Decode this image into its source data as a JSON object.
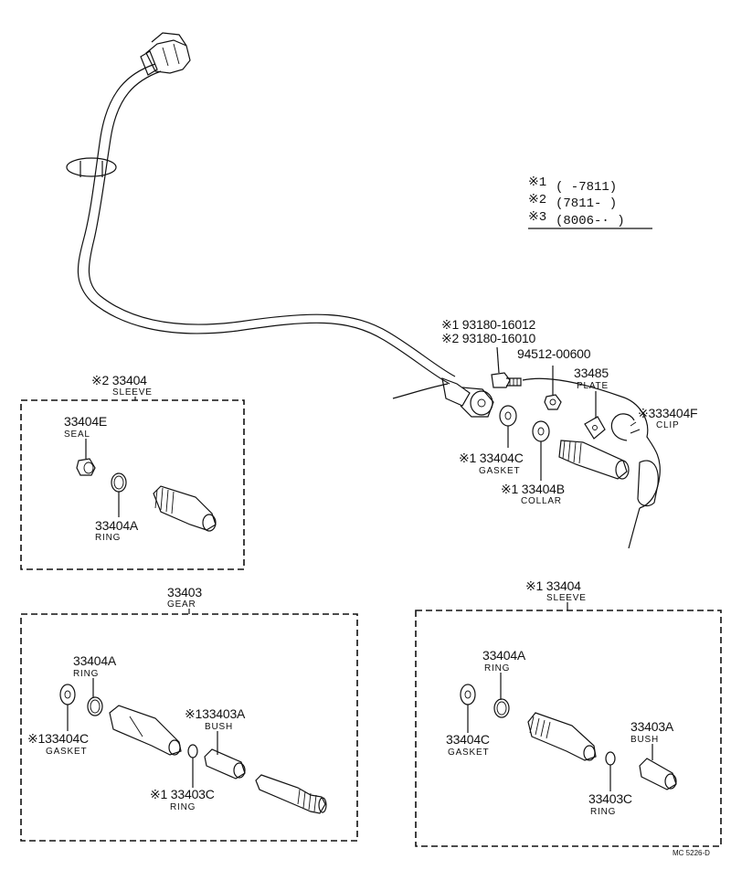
{
  "legend": {
    "rows": [
      {
        "mark": "※1",
        "range": "(      -7811)"
      },
      {
        "mark": "※2",
        "range": "(7811-       )"
      },
      {
        "mark": "※3",
        "range": "(8006-·     )"
      }
    ]
  },
  "diagram_code": "MC 5226-D",
  "top_labels": {
    "bolt_1": "※1 93180-16012",
    "bolt_2": "※2 93180-16010",
    "nut": "94512-00600",
    "plate_no": "33485",
    "plate_cap": "PLATE",
    "clip_no": "※333404F",
    "clip_cap": "CLIP",
    "gasket_no": "※1 33404C",
    "gasket_cap": "GASKET",
    "collar_no": "※1 33404B",
    "collar_cap": "COLLAR"
  },
  "sleeve_a": {
    "title_no": "※2 33404",
    "title_cap": "SLEEVE",
    "seal_no": "33404E",
    "seal_cap": "SEAL",
    "ring_no": "33404A",
    "ring_cap": "RING"
  },
  "gear": {
    "title_no": "33403",
    "title_cap": "GEAR",
    "ring_no": "33404A",
    "ring_cap": "RING",
    "bush_no": "※133403A",
    "bush_cap": "BUSH",
    "gasket_no": "※133404C",
    "gasket_cap": "GASKET",
    "ring2_no": "※1 33403C",
    "ring2_cap": "RING"
  },
  "sleeve_b": {
    "title_no": "※1 33404",
    "title_cap": "SLEEVE",
    "ring_no": "33404A",
    "ring_cap": "RING",
    "gasket_no": "33404C",
    "gasket_cap": "GASKET",
    "bush_no": "33403A",
    "bush_cap": "BUSH",
    "ring2_no": "33403C",
    "ring2_cap": "RING"
  }
}
